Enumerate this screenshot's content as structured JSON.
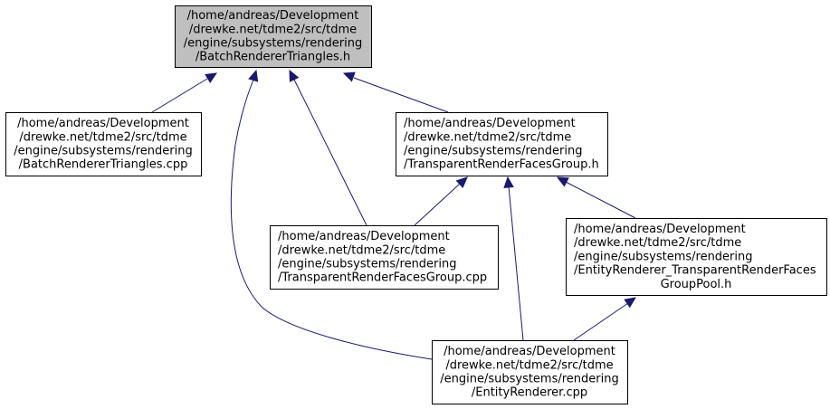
{
  "colors": {
    "edge": "#191970",
    "root_fill": "#bfbfbf",
    "node_fill": "#ffffff",
    "node_stroke": "#000000"
  },
  "nodes": [
    {
      "id": "batch_h",
      "lines": [
        "/home/andreas/Development",
        "/drewke.net/tdme2/src/tdme",
        "/engine/subsystems/rendering",
        "/BatchRendererTriangles.h"
      ],
      "highlighted": true
    },
    {
      "id": "batch_cpp",
      "lines": [
        "/home/andreas/Development",
        "/drewke.net/tdme2/src/tdme",
        "/engine/subsystems/rendering",
        "/BatchRendererTriangles.cpp"
      ],
      "highlighted": false
    },
    {
      "id": "trfg_h",
      "lines": [
        "/home/andreas/Development",
        "/drewke.net/tdme2/src/tdme",
        "/engine/subsystems/rendering",
        "/TransparentRenderFacesGroup.h"
      ],
      "highlighted": false
    },
    {
      "id": "trfg_cpp",
      "lines": [
        "/home/andreas/Development",
        "/drewke.net/tdme2/src/tdme",
        "/engine/subsystems/rendering",
        "/TransparentRenderFacesGroup.cpp"
      ],
      "highlighted": false
    },
    {
      "id": "er_pool_h",
      "lines": [
        "/home/andreas/Development",
        "/drewke.net/tdme2/src/tdme",
        "/engine/subsystems/rendering",
        "/EntityRenderer_TransparentRenderFaces",
        "GroupPool.h"
      ],
      "highlighted": false
    },
    {
      "id": "er_cpp",
      "lines": [
        "/home/andreas/Development",
        "/drewke.net/tdme2/src/tdme",
        "/engine/subsystems/rendering",
        "/EntityRenderer.cpp"
      ],
      "highlighted": false
    }
  ],
  "edges": [
    {
      "from": "batch_cpp",
      "to": "batch_h"
    },
    {
      "from": "trfg_h",
      "to": "batch_h"
    },
    {
      "from": "trfg_cpp",
      "to": "batch_h"
    },
    {
      "from": "er_cpp",
      "to": "batch_h"
    },
    {
      "from": "trfg_cpp",
      "to": "trfg_h"
    },
    {
      "from": "er_cpp",
      "to": "trfg_h"
    },
    {
      "from": "er_pool_h",
      "to": "trfg_h"
    },
    {
      "from": "er_cpp",
      "to": "er_pool_h"
    }
  ]
}
